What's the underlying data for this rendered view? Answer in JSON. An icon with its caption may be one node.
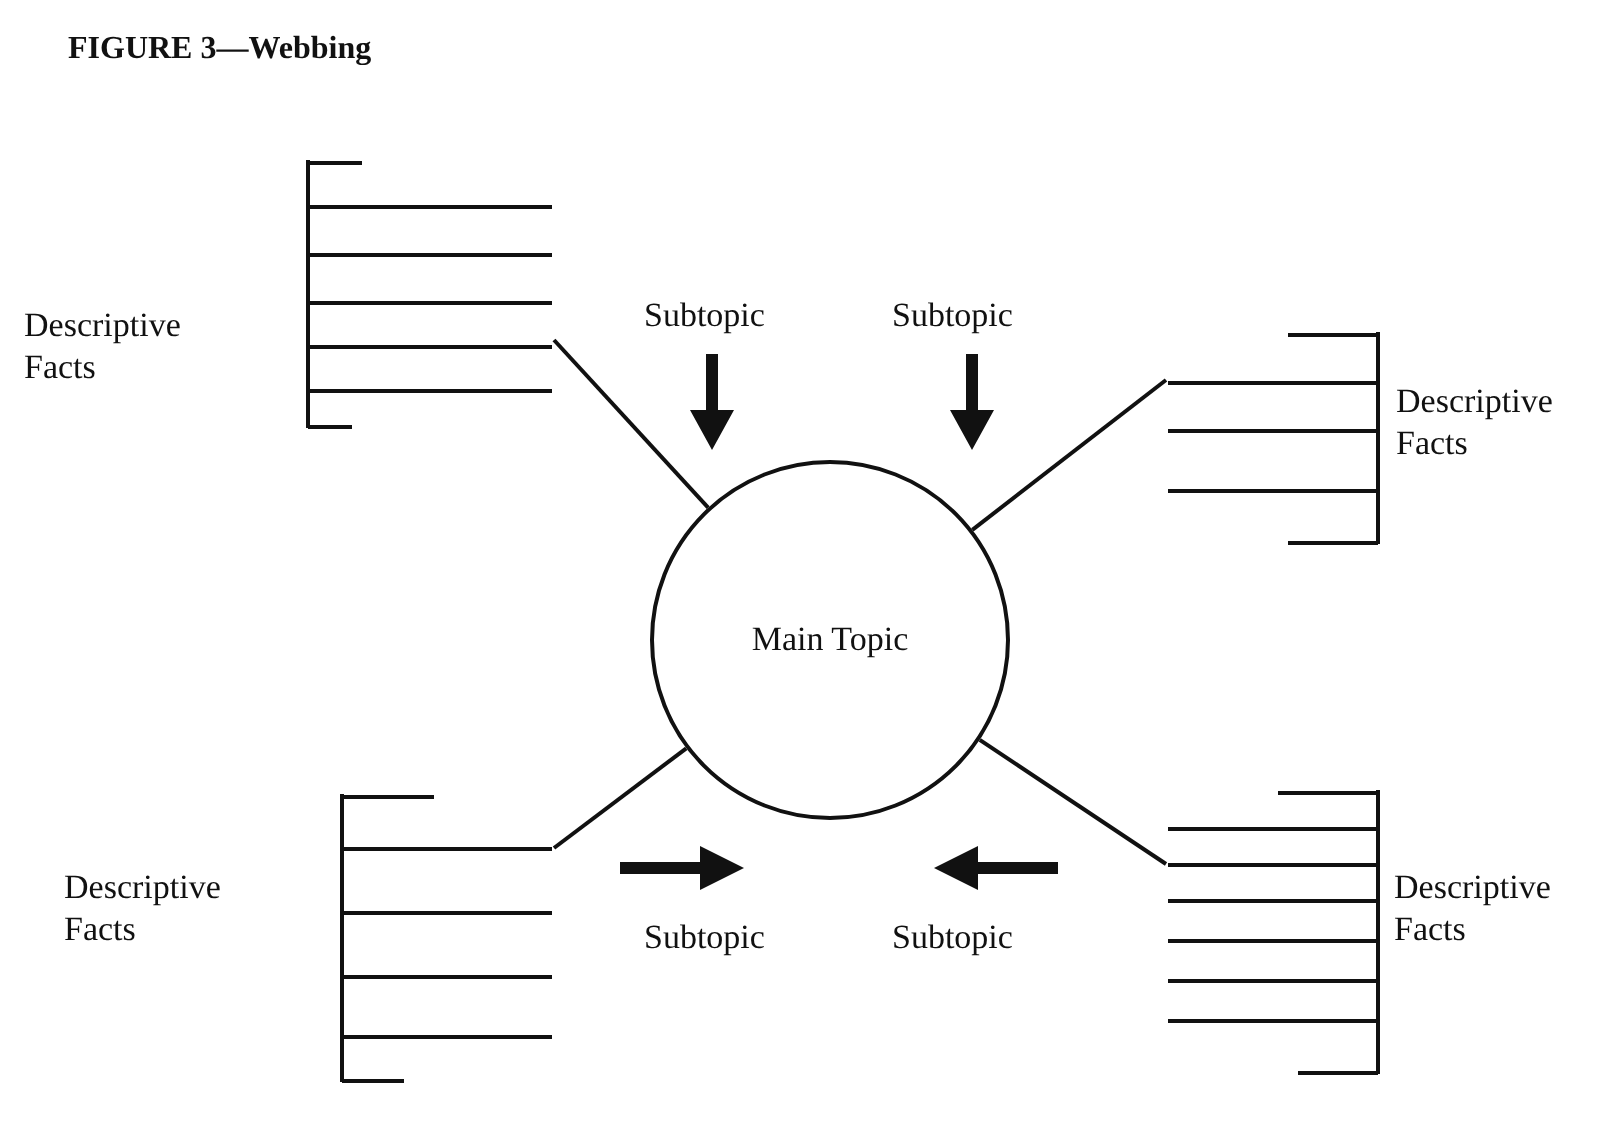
{
  "diagram": {
    "title": "FIGURE 3—Webbing",
    "nodes": [
      {
        "text": [
          "Main Topic"
        ]
      },
      {
        "text": [],
        "shape": "bracket",
        "beside": [
          "Descriptive Facts"
        ]
      },
      {
        "text": [],
        "shape": "bracket",
        "beside": [
          "Descriptive Facts"
        ]
      },
      {
        "text": [],
        "shape": "bracket",
        "beside": [
          "Descriptive Facts"
        ]
      },
      {
        "text": [],
        "shape": "bracket",
        "beside": [
          "Descriptive Facts"
        ]
      }
    ],
    "edges": [
      {
        "from": 0,
        "to": 1,
        "arrow": "none"
      },
      {
        "from": 0,
        "to": 2,
        "arrow": "none"
      },
      {
        "from": 0,
        "to": 3,
        "arrow": "none"
      },
      {
        "from": 0,
        "to": 4,
        "arrow": "none"
      }
    ],
    "labels": [
      "Subtopic",
      "Subtopic",
      "Subtopic",
      "Subtopic"
    ]
  }
}
